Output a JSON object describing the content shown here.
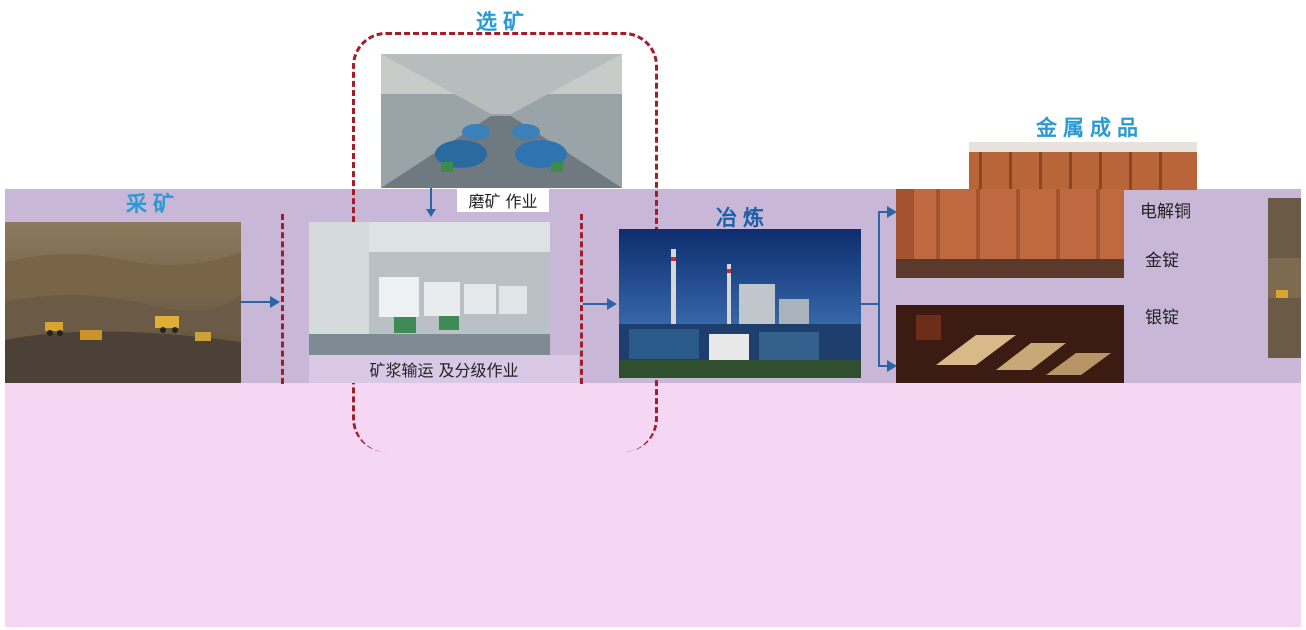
{
  "stages": {
    "mining": {
      "title": "采矿"
    },
    "beneficiation": {
      "title": "选矿",
      "grinding_caption": "磨矿 作业",
      "slurry_caption": "矿浆输运 及分级作业"
    },
    "smelting": {
      "title": "冶炼"
    },
    "products": {
      "title": "金属成品",
      "items": [
        "电解铜",
        "金锭",
        "银锭"
      ]
    }
  },
  "colors": {
    "title": "#2a9ad4",
    "dashed_border": "#a31c2a",
    "arrow": "#2a65a8",
    "band": "#c9b7d8",
    "lower_background": "#f6d7f3"
  }
}
